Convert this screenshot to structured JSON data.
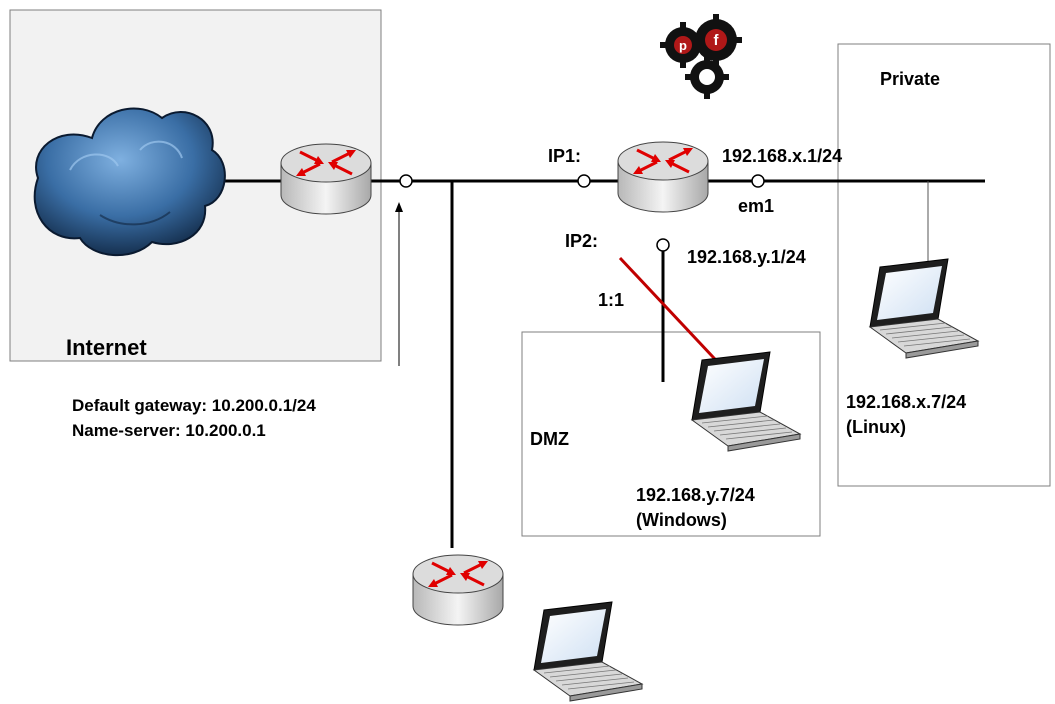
{
  "zones": {
    "internet": {
      "label": "Internet"
    },
    "private": {
      "label": "Private"
    },
    "dmz": {
      "label": "DMZ"
    }
  },
  "interfaces": {
    "ip1": "IP1:",
    "ip2": "IP2:",
    "nat_one_to_one": "1:1",
    "private_net": "192.168.x.1/24",
    "private_iface": "em1",
    "dmz_net": "192.168.y.1/24"
  },
  "gateway_info": {
    "line1": "Default gateway: 10.200.0.1/24",
    "line2": "Name-server: 10.200.0.1"
  },
  "hosts": {
    "dmz_windows": {
      "ip": "192.168.y.7/24",
      "os": "(Windows)"
    },
    "private_linux": {
      "ip": "192.168.x.7/24",
      "os": "(Linux)"
    }
  },
  "logo": {
    "icon": "pf-gears-logo",
    "letters": [
      "p",
      "f"
    ]
  },
  "colors": {
    "link": "#000000",
    "nat_link": "#c00000",
    "zone_fill": "#f2f2f2",
    "zone_border": "#7f7f7f",
    "router_arrow": "#e00000",
    "cloud": "#2e5d8f",
    "logo_red": "#b01818"
  }
}
